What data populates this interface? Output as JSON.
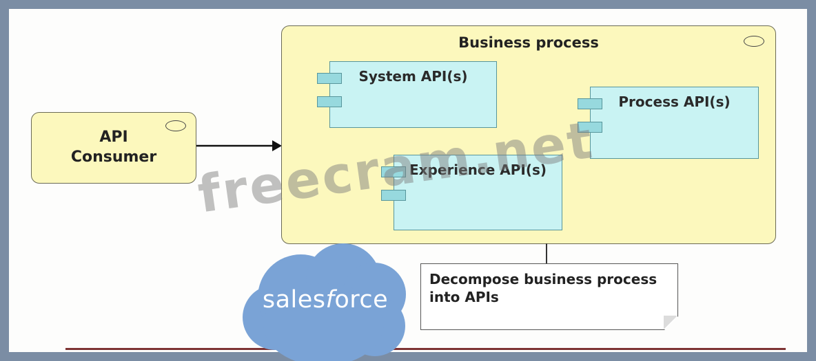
{
  "diagram": {
    "api_consumer": {
      "label": "API\nConsumer"
    },
    "business_process": {
      "label": "Business process"
    },
    "apis": {
      "system": {
        "label": "System API(s)"
      },
      "process": {
        "label": "Process API(s)"
      },
      "experience": {
        "label": "Experience API(s)"
      }
    },
    "note": {
      "text": "Decompose business process\ninto APIs"
    },
    "watermark": {
      "text": "freecram.net"
    },
    "logo": {
      "part1": "sales",
      "part2": "f",
      "part3": "orce"
    }
  },
  "colors": {
    "frame": "#7b8da4",
    "node_yellow": "#fcf8bd",
    "api_cyan": "#c9f3f3",
    "component_icon": "#97d9de",
    "cloud_blue": "#7aa3d6",
    "watermark_gray": "#7d7d7d",
    "accent_line_red": "#7e3434"
  }
}
